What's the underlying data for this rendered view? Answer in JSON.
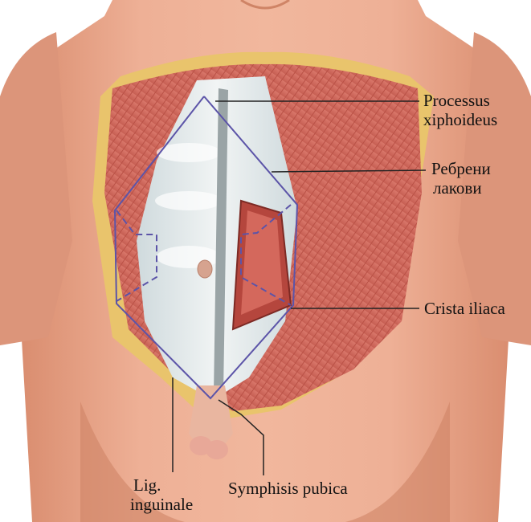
{
  "labels": {
    "processus_xiphoideus": [
      "Processus",
      "xiphoideus"
    ],
    "rebreni_lakovi": [
      "Ребрени",
      "лакови"
    ],
    "crista_iliaca": "Crista iliaca",
    "lig_inguinale": [
      "Lig.",
      "inguinale"
    ],
    "symphisis_pubica": "Symphisis pubica"
  },
  "colors": {
    "skin": "#e9a588",
    "skin_shadow": "#cf8466",
    "muscle": "#d9776a",
    "fascia": "#e4ebec",
    "fat_border": "#e9c46c",
    "outline": "#5c54a8",
    "leader": "#222222"
  }
}
